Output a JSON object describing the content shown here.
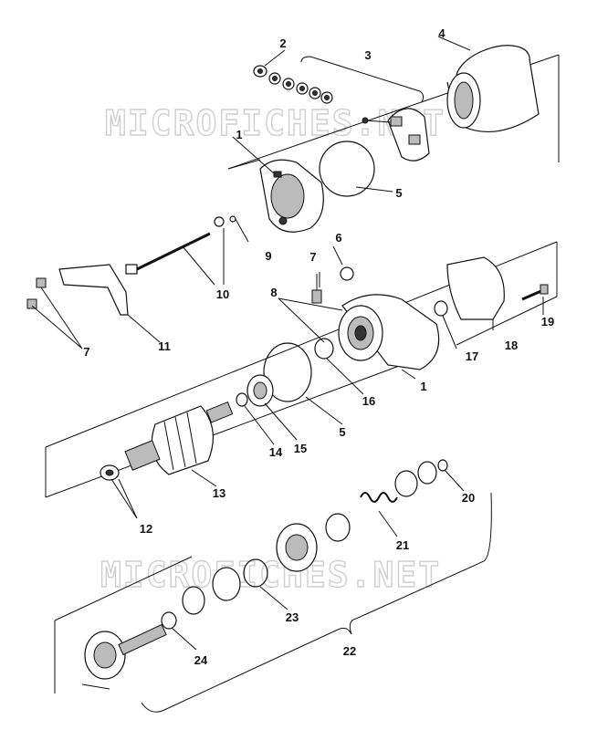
{
  "watermarks": [
    "MICROFICHES.NET",
    "MICROFICHES.NET"
  ],
  "callouts": [
    {
      "id": "c1a",
      "label": "1"
    },
    {
      "id": "c2",
      "label": "2"
    },
    {
      "id": "c3",
      "label": "3"
    },
    {
      "id": "c4",
      "label": "4"
    },
    {
      "id": "c5a",
      "label": "5"
    },
    {
      "id": "c6",
      "label": "6"
    },
    {
      "id": "c7a",
      "label": "7"
    },
    {
      "id": "c7b",
      "label": "7"
    },
    {
      "id": "c8",
      "label": "8"
    },
    {
      "id": "c9",
      "label": "9"
    },
    {
      "id": "c10",
      "label": "10"
    },
    {
      "id": "c11",
      "label": "11"
    },
    {
      "id": "c1b",
      "label": "1"
    },
    {
      "id": "c5b",
      "label": "5"
    },
    {
      "id": "c12",
      "label": "12"
    },
    {
      "id": "c13",
      "label": "13"
    },
    {
      "id": "c14",
      "label": "14"
    },
    {
      "id": "c15",
      "label": "15"
    },
    {
      "id": "c16",
      "label": "16"
    },
    {
      "id": "c17",
      "label": "17"
    },
    {
      "id": "c18",
      "label": "18"
    },
    {
      "id": "c19",
      "label": "19"
    },
    {
      "id": "c20",
      "label": "20"
    },
    {
      "id": "c21",
      "label": "21"
    },
    {
      "id": "c22",
      "label": "22"
    },
    {
      "id": "c23",
      "label": "23"
    },
    {
      "id": "c24",
      "label": "24"
    }
  ]
}
